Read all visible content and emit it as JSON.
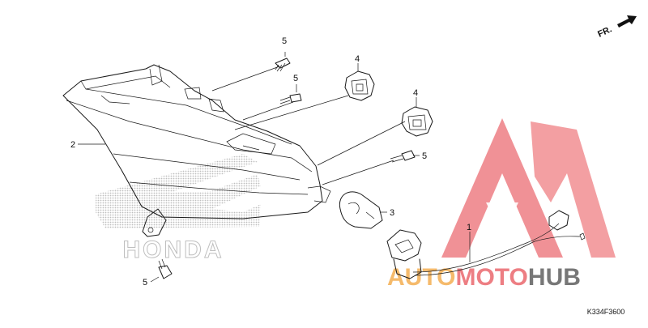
{
  "diagram": {
    "direction_label": "FR.",
    "part_code": "K334F3600",
    "callouts": [
      {
        "id": "c1",
        "label": "1"
      },
      {
        "id": "c2",
        "label": "2"
      },
      {
        "id": "c3",
        "label": "3"
      },
      {
        "id": "c4a",
        "label": "4"
      },
      {
        "id": "c4b",
        "label": "4"
      },
      {
        "id": "c5a",
        "label": "5"
      },
      {
        "id": "c5b",
        "label": "5"
      },
      {
        "id": "c5c",
        "label": "5"
      },
      {
        "id": "c5d",
        "label": "5"
      }
    ]
  },
  "watermarks": {
    "brand_left": "HONDA",
    "brand_right_a": "AUTO",
    "brand_right_b": "MOTO",
    "brand_right_c": "HUB"
  },
  "colors": {
    "watermark_red": "#e8545a",
    "watermark_orange": "#f2a33a",
    "watermark_dark": "#4a4a4a",
    "line": "#1a1a1a"
  }
}
